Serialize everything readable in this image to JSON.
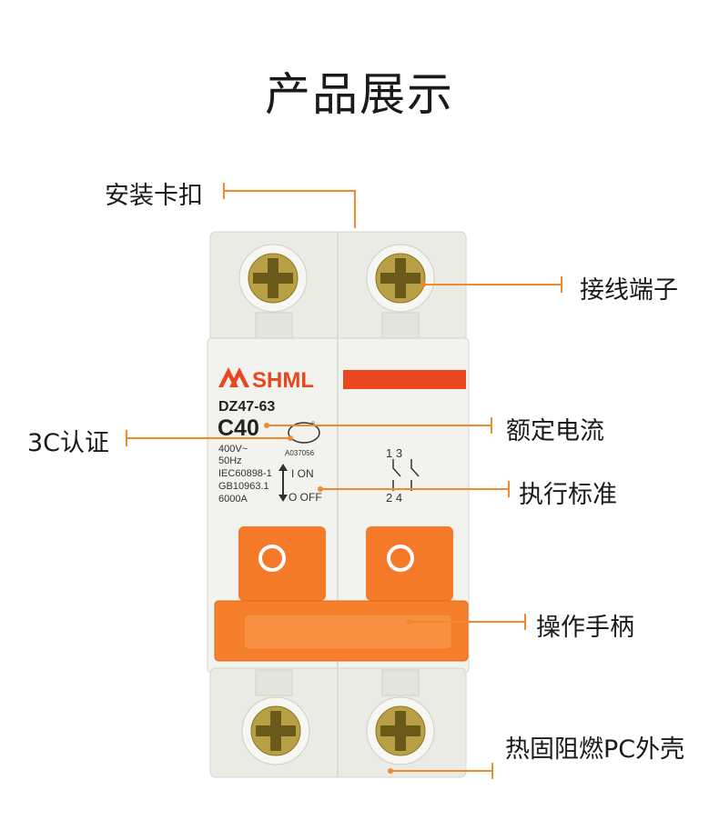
{
  "title": "产品展示",
  "callouts": {
    "clip": "安装卡扣",
    "terminal": "接线端子",
    "certification": "3C认证",
    "rated_current": "额定电流",
    "standard": "执行标准",
    "handle": "操作手柄",
    "housing": "热固阻燃PC外壳"
  },
  "breaker": {
    "brand": "SHML",
    "model": "DZ47-63",
    "rating": "C40",
    "cert_code": "A037056",
    "voltage": "400V~",
    "frequency": "50Hz",
    "std1": "IEC60898-1",
    "std2": "GB10963.1",
    "breaking": "6000A",
    "on_text": "I ON",
    "off_text": "O OFF",
    "terminals_top": "1 3",
    "terminals_bottom": "2 4",
    "cert_mark": "S"
  },
  "colors": {
    "accent_line": "#f08a2c",
    "brand_red": "#e8471f",
    "handle_orange": "#f47a2a",
    "housing": "#efefe9"
  }
}
